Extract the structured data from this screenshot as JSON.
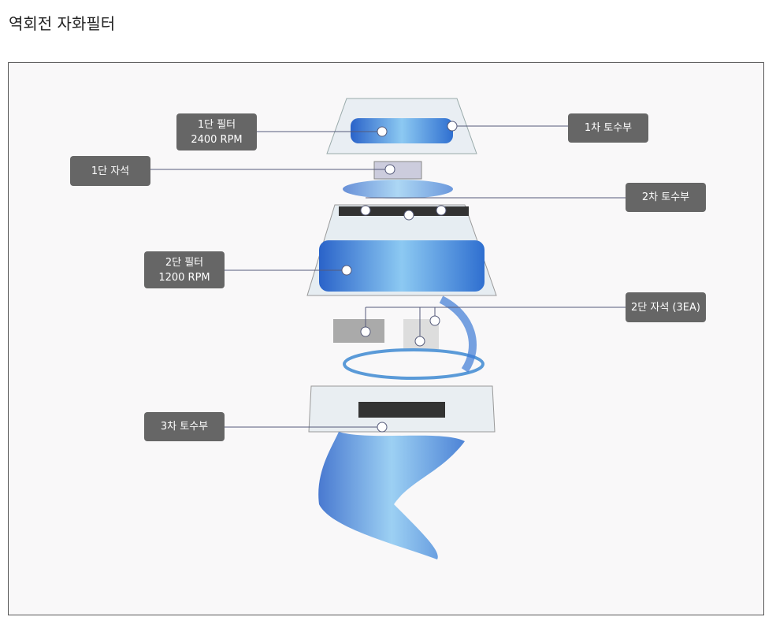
{
  "page_title": "역회전 자화필터",
  "callouts": [
    {
      "id": "stage1-filter",
      "line1": "1단 필터",
      "line2": "2400 RPM"
    },
    {
      "id": "stage1-magnet",
      "line1": "1단 자석"
    },
    {
      "id": "outlet1",
      "line1": "1차 토수부"
    },
    {
      "id": "outlet2",
      "line1": "2차 토수부"
    },
    {
      "id": "stage2-filter",
      "line1": "2단 필터",
      "line2": "1200 RPM"
    },
    {
      "id": "stage2-magnet",
      "line1": "2단 자석 (3EA)"
    },
    {
      "id": "outlet3",
      "line1": "3차 토수부"
    }
  ]
}
